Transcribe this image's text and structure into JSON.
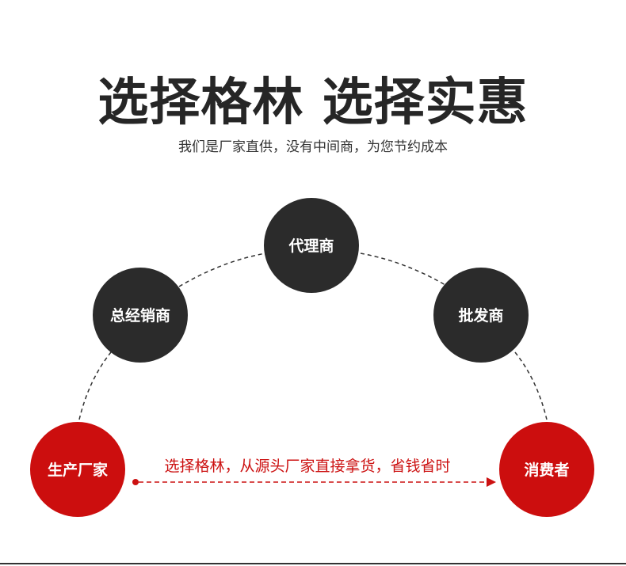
{
  "header": {
    "title": "选择格林  选择实惠",
    "subtitle": "我们是厂家直供，没有中间商，为您节约成本"
  },
  "nodes": {
    "agent": "代理商",
    "distributor": "总经销商",
    "wholesaler": "批发商",
    "manufacturer": "生产厂家",
    "consumer": "消费者"
  },
  "flow": {
    "label": "选择格林，从源头厂家直接拿货，省钱省时"
  },
  "colors": {
    "dark_node": "#2b2b2b",
    "red_node": "#cc0e0e",
    "dash_line": "#333333",
    "red_dash": "#cc1111"
  }
}
